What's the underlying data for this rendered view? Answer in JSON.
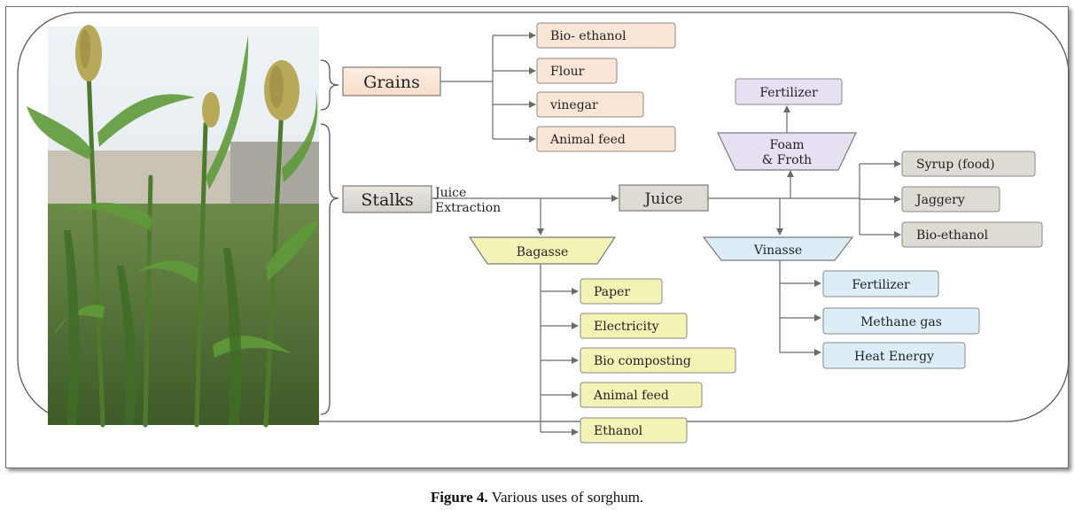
{
  "diagram": {
    "grains": "Grains",
    "stalks": "Stalks",
    "juice_extraction_line1": "Juice",
    "juice_extraction_line2": "Extraction",
    "juice": "Juice",
    "bagasse": "Bagasse",
    "vinasse": "Vinasse",
    "foam_line1": "Foam",
    "foam_line2": "& Froth",
    "foam_fertilizer": "Fertilizer",
    "grain_products": [
      "Bio- ethanol",
      "Flour",
      "vinegar",
      "Animal feed"
    ],
    "juice_products": [
      "Syrup (food)",
      "Jaggery",
      "Bio-ethanol"
    ],
    "bagasse_products": [
      "Paper",
      "Electricity",
      "Bio composting",
      "Animal feed",
      "Ethanol"
    ],
    "vinasse_products": [
      "Fertilizer",
      "Methane gas",
      "Heat Energy"
    ]
  },
  "colors": {
    "grain_box": "#fbe5d6",
    "stalk_box": "#dedbd5",
    "bagasse_box": "#f2f3b4",
    "vinasse_box": "#dcedf8",
    "foam_box": "#e6e0f2",
    "border": "#7a7a7a"
  },
  "caption": {
    "label": "Figure 4.",
    "text": " Various uses of sorghum."
  }
}
